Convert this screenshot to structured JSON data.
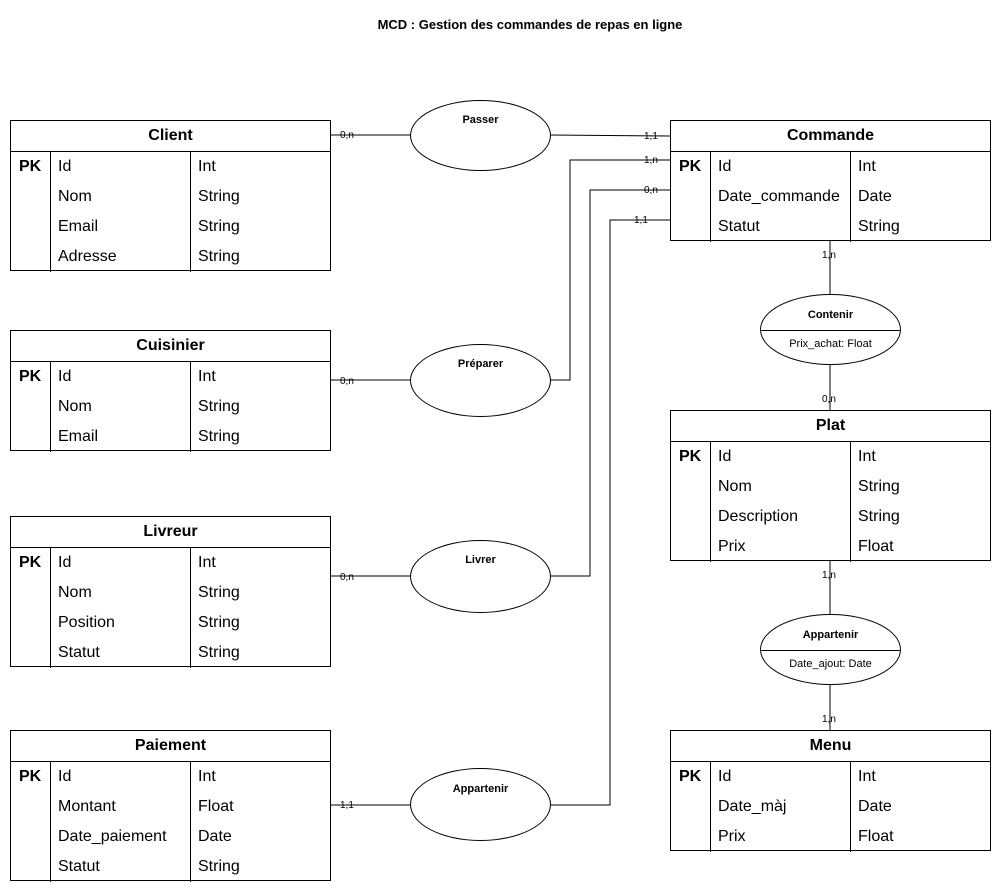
{
  "title": "MCD : Gestion des commandes de repas en ligne",
  "key_label": "PK",
  "entities": {
    "client": {
      "name": "Client",
      "attributes": [
        {
          "name": "Id",
          "type": "Int",
          "key": true
        },
        {
          "name": "Nom",
          "type": "String"
        },
        {
          "name": "Email",
          "type": "String"
        },
        {
          "name": "Adresse",
          "type": "String"
        }
      ]
    },
    "cuisinier": {
      "name": "Cuisinier",
      "attributes": [
        {
          "name": "Id",
          "type": "Int",
          "key": true
        },
        {
          "name": "Nom",
          "type": "String"
        },
        {
          "name": "Email",
          "type": "String"
        }
      ]
    },
    "livreur": {
      "name": "Livreur",
      "attributes": [
        {
          "name": "Id",
          "type": "Int",
          "key": true
        },
        {
          "name": "Nom",
          "type": "String"
        },
        {
          "name": "Position",
          "type": "String"
        },
        {
          "name": "Statut",
          "type": "String"
        }
      ]
    },
    "paiement": {
      "name": "Paiement",
      "attributes": [
        {
          "name": "Id",
          "type": "Int",
          "key": true
        },
        {
          "name": "Montant",
          "type": "Float"
        },
        {
          "name": "Date_paiement",
          "type": "Date"
        },
        {
          "name": "Statut",
          "type": "String"
        }
      ]
    },
    "commande": {
      "name": "Commande",
      "attributes": [
        {
          "name": "Id",
          "type": "Int",
          "key": true
        },
        {
          "name": "Date_commande",
          "type": "Date"
        },
        {
          "name": "Statut",
          "type": "String"
        }
      ]
    },
    "plat": {
      "name": "Plat",
      "attributes": [
        {
          "name": "Id",
          "type": "Int",
          "key": true
        },
        {
          "name": "Nom",
          "type": "String"
        },
        {
          "name": "Description",
          "type": "String"
        },
        {
          "name": "Prix",
          "type": "Float"
        }
      ]
    },
    "menu": {
      "name": "Menu",
      "attributes": [
        {
          "name": "Id",
          "type": "Int",
          "key": true
        },
        {
          "name": "Date_màj",
          "type": "Date"
        },
        {
          "name": "Prix",
          "type": "Float"
        }
      ]
    }
  },
  "associations": {
    "passer": {
      "name": "Passer"
    },
    "preparer": {
      "name": "Préparer"
    },
    "livrer": {
      "name": "Livrer"
    },
    "appartenir_paiement": {
      "name": "Appartenir"
    },
    "contenir": {
      "name": "Contenir",
      "attribute": "Prix_achat: Float"
    },
    "appartenir_menu": {
      "name": "Appartenir",
      "attribute": "Date_ajout: Date"
    }
  },
  "cardinalities": {
    "client_passer": "0,n",
    "passer_commande": "1,1",
    "preparer_commande": "1,n",
    "livrer_commande": "0,n",
    "paiement_commande": "1,1",
    "cuisinier_preparer": "0,n",
    "livreur_livrer": "0,n",
    "paiement_appartenir": "1,1",
    "commande_contenir": "1,n",
    "contenir_plat": "0,n",
    "plat_appartenir": "1,n",
    "appartenir_menu": "1,n"
  }
}
